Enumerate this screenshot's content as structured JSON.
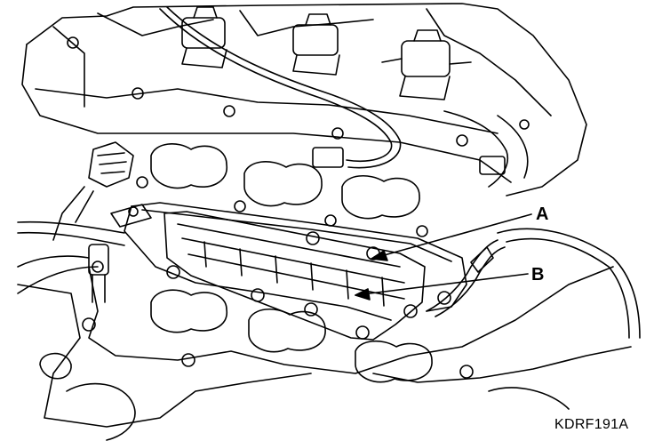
{
  "callouts": {
    "a": "A",
    "b": "B"
  },
  "figure_code": "KDRF191A",
  "colors": {
    "line": "#000000",
    "background": "#ffffff"
  }
}
